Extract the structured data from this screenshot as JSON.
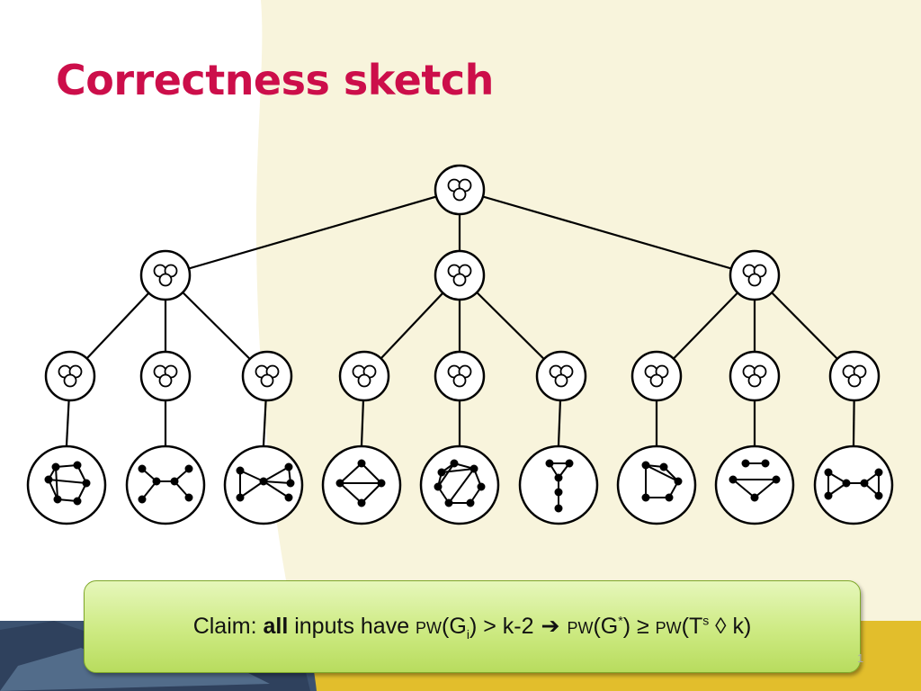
{
  "title": "Correctness sketch",
  "claim": {
    "prefix": "Claim: ",
    "bold": "all",
    "part1": " inputs have ",
    "pw": "PW",
    "g": "(G",
    "sub_i": "i",
    "after_gi": ") > k-2",
    "arrow": "➔",
    "g_star_open": "(G",
    "star": "*",
    "ge": ") ≥ ",
    "t": "(T",
    "s_sup": "s",
    "tail": " ◊ k)"
  },
  "slide_number": "1",
  "colors": {
    "title": "#cc0e4a",
    "cream": "#f8f4dc",
    "claim_box": "#cdea82",
    "footer_yellow": "#e2be2c"
  },
  "diagram": {
    "root": "node-icon",
    "levels": [
      1,
      3,
      9
    ],
    "leaves": 9
  }
}
